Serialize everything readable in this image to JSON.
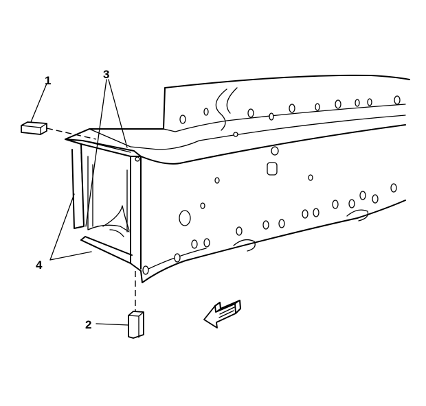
{
  "diagram": {
    "callouts": {
      "c1": "1",
      "c2": "2",
      "c3": "3",
      "c4": "4"
    }
  }
}
